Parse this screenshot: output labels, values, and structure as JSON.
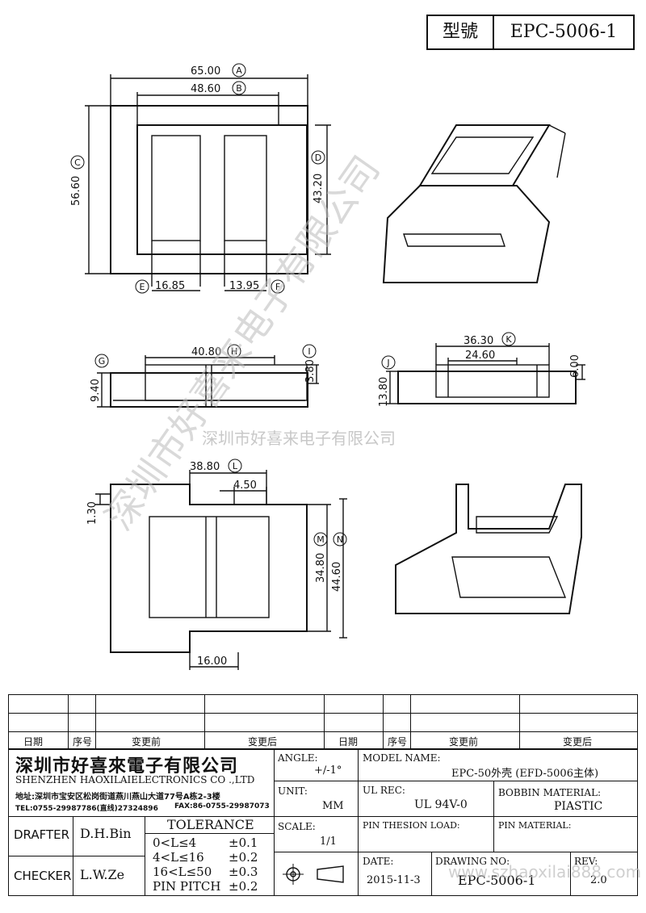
{
  "header": {
    "model_label": "型號",
    "model_value": "EPC-5006-1"
  },
  "drawing": {
    "top_view": {
      "a": "65.00",
      "b": "48.60",
      "c": "56.60",
      "d": "43.20",
      "e": "16.85",
      "f": "13.95"
    },
    "front_view": {
      "g": "9.40",
      "h": "40.80",
      "i": "3.80"
    },
    "side_view": {
      "k": "36.30",
      "inner": "24.60",
      "j": "13.80",
      "right": "6.00"
    },
    "bottom_view": {
      "l": "38.80",
      "small": "4.50",
      "left": "1.30",
      "m": "34.80",
      "n": "44.60",
      "bottom": "16.00"
    },
    "markers": [
      "A",
      "B",
      "C",
      "D",
      "E",
      "F",
      "G",
      "H",
      "I",
      "J",
      "K",
      "L",
      "M",
      "N"
    ]
  },
  "watermarks": {
    "diagonal": "深圳市好喜来电子有限公司",
    "horizontal": "深圳市好喜来电子有限公司",
    "url": "www.szhaoxilai888.com"
  },
  "revision_table": {
    "headers": [
      "日期",
      "序号",
      "变更前",
      "变更后",
      "日期",
      "序号",
      "变更前",
      "变更后"
    ]
  },
  "title_block": {
    "company_cn": "深圳市好喜來電子有限公司",
    "company_en": "SHENZHEN HAOXILAIELECTRONICS CO .,LTD",
    "address": "地址:深圳市宝安区松岗街道燕川燕山大道77号A栋2-3楼",
    "tel": "TEL:0755-29987786(直线)27324896",
    "fax": "FAX:86-0755-29987073",
    "angle_label": "ANGLE:",
    "angle_value": "+/-1°",
    "model_name_label": "MODEL NAME:",
    "model_name_value": "EPC-50外壳 (EFD-5006主体)",
    "unit_label": "UNIT:",
    "unit_value": "MM",
    "ul_label": "UL REC:",
    "ul_value": "UL 94V-0",
    "bobbin_label": "BOBBIN MATERIAL:",
    "bobbin_value": "PIASTIC",
    "drafter_label": "DRAFTER",
    "drafter_value": "D.H.Bin",
    "checker_label": "CHECKER",
    "checker_value": "L.W.Ze",
    "tolerance_label": "TOLERANCE",
    "tolerance_rows": [
      {
        "range": "0<L≤4",
        "tol": "±0.1"
      },
      {
        "range": "4<L≤16",
        "tol": "±0.2"
      },
      {
        "range": "16<L≤50",
        "tol": "±0.3"
      },
      {
        "range": "PIN PITCH",
        "tol": "±0.2"
      }
    ],
    "scale_label": "SCALE:",
    "scale_value": "1/1",
    "pin_tension_label": "PIN THESION LOAD:",
    "pin_material_label": "PIN MATERIAL:",
    "date_label": "DATE:",
    "date_value": "2015-11-3",
    "drawing_no_label": "DRAWING NO:",
    "drawing_no_value": "EPC-5006-1",
    "rev_label": "REV:",
    "rev_value": "2.0"
  }
}
